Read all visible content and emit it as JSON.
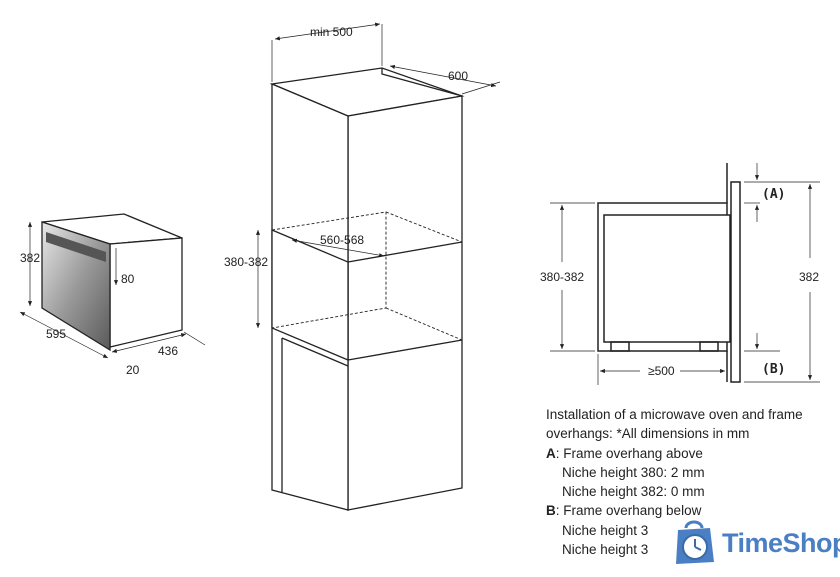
{
  "oven": {
    "height": "382",
    "width": "595",
    "depth": "436",
    "panel_offset": "20",
    "inner": "80"
  },
  "cabinet": {
    "min_width": "min 500",
    "depth": "600",
    "niche_height": "380-382",
    "niche_depth": "560-568"
  },
  "section": {
    "niche_height": "380-382",
    "panel_height": "382",
    "min_depth": "≥500",
    "label_a": "(A)",
    "label_b": "(B)"
  },
  "notes": {
    "line1": "Installation of a microwave oven and frame",
    "line2": "overhangs: *All dimensions in mm",
    "a_key": "A",
    "a_text": ": Frame overhang above",
    "a_item1": "Niche height 380: 2 mm",
    "a_item2": "Niche height 382: 0 mm",
    "b_key": "B",
    "b_text": ": Frame overhang below",
    "b_item1": "Niche height 3",
    "b_item2": "Niche height 3"
  },
  "watermark": {
    "text": "TimeShop",
    "color": "#4a7fc4"
  },
  "colors": {
    "line": "#222222"
  }
}
